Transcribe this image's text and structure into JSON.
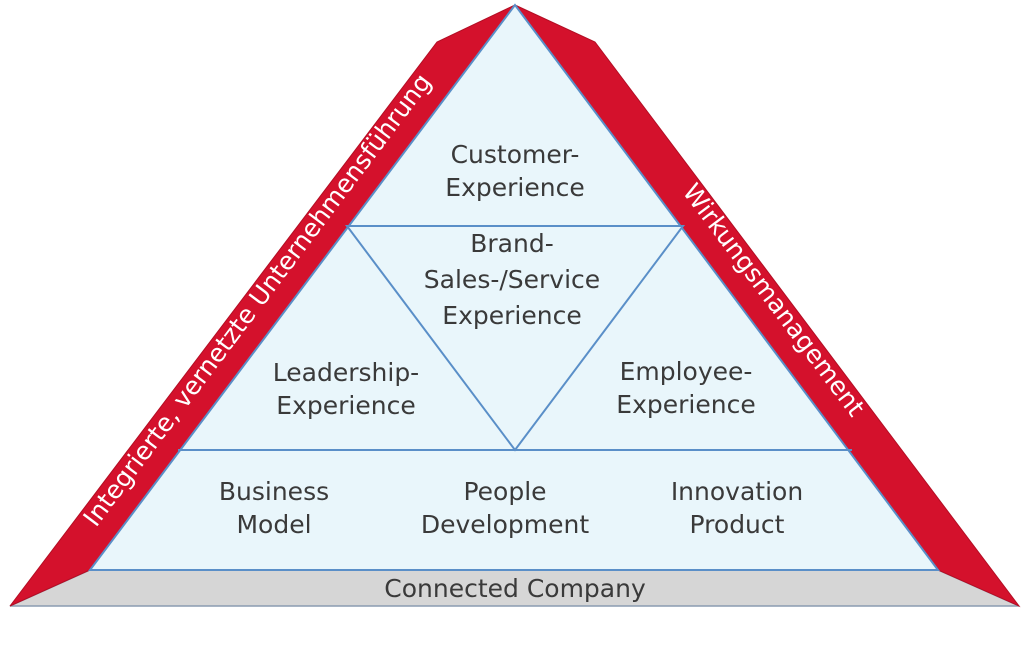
{
  "colors": {
    "red": "#d4112c",
    "fill": "#e9f6fb",
    "stroke": "#5a8fc8",
    "base": "#d6d6d6",
    "text": "#3a3a3a"
  },
  "side_left": "Integrierte, vernetzte Unternehmensführung",
  "side_right": "Wirkungsmanagement",
  "top": {
    "line1": "Customer-",
    "line2": "Experience"
  },
  "center": {
    "line1": "Brand-",
    "line2": "Sales-/Service",
    "line3": "Experience"
  },
  "left": {
    "line1": "Leadership-",
    "line2": "Experience"
  },
  "right": {
    "line1": "Employee-",
    "line2": "Experience"
  },
  "bottom": [
    {
      "line1": "Business",
      "line2": "Model"
    },
    {
      "line1": "People",
      "line2": "Development"
    },
    {
      "line1": "Innovation",
      "line2": "Product"
    }
  ],
  "base_label": "Connected Company"
}
